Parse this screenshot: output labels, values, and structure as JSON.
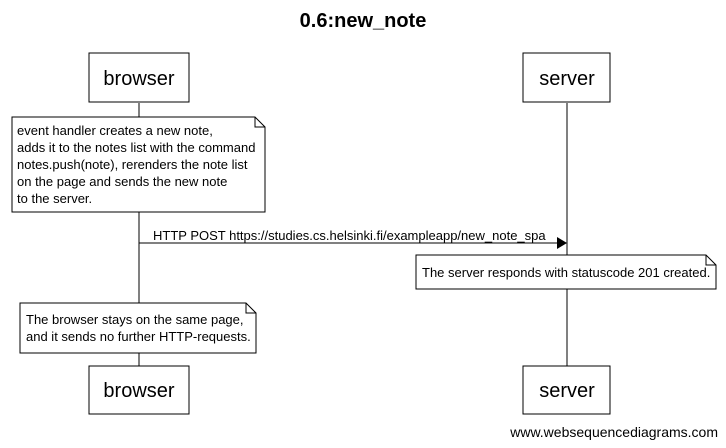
{
  "diagram": {
    "title": "0.6:new_note",
    "watermark": "www.websequencediagrams.com",
    "participants": [
      {
        "id": "browser",
        "label": "browser"
      },
      {
        "id": "server",
        "label": "server"
      }
    ],
    "notes": [
      {
        "id": "note-event-handler",
        "over": "browser",
        "lines": [
          "event handler creates a new note,",
          "adds it to the notes list with the command",
          "notes.push(note), rerenders the note list",
          "on the page and sends the new note",
          "to the server."
        ]
      },
      {
        "id": "note-server-responds",
        "over": "server",
        "lines": [
          "The server responds with statuscode 201 created."
        ]
      },
      {
        "id": "note-browser-stays",
        "over": "browser",
        "lines": [
          "The browser stays on the same page,",
          "and it sends no further HTTP-requests."
        ]
      }
    ],
    "messages": [
      {
        "id": "msg-http-post",
        "from": "browser",
        "to": "server",
        "label": "HTTP POST https://studies.cs.helsinki.fi/exampleapp/new_note_spa"
      }
    ]
  }
}
